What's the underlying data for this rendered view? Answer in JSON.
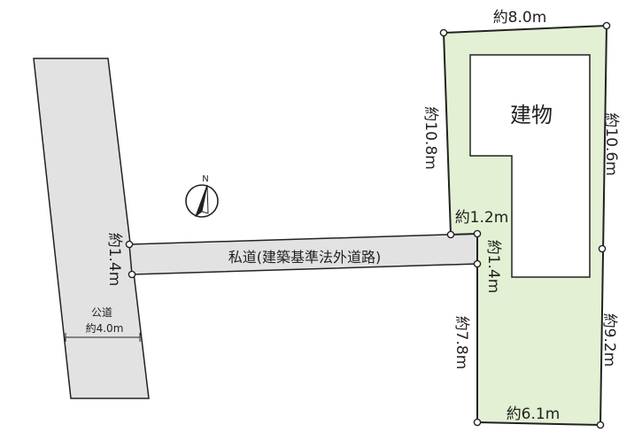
{
  "parcel": {
    "top_width": "約8.0m",
    "left_upper": "約10.8m",
    "right_upper": "約10.6m",
    "access_width": "約1.2m",
    "access_length": "約1.4m",
    "left_lower": "約7.8m",
    "right_lower": "約9.2m",
    "bottom_width": "約6.1m"
  },
  "building": {
    "label": "建物"
  },
  "private_road": {
    "label": "私道(建築基準法外道路)",
    "width": "約1.4m"
  },
  "public_road": {
    "label": "公道",
    "width": "約4.0m"
  },
  "compass": {
    "north_letter": "N"
  },
  "colors": {
    "parcel_fill": "#e3f0d3",
    "road_fill": "#e2e2e2",
    "stroke": "#222222"
  }
}
